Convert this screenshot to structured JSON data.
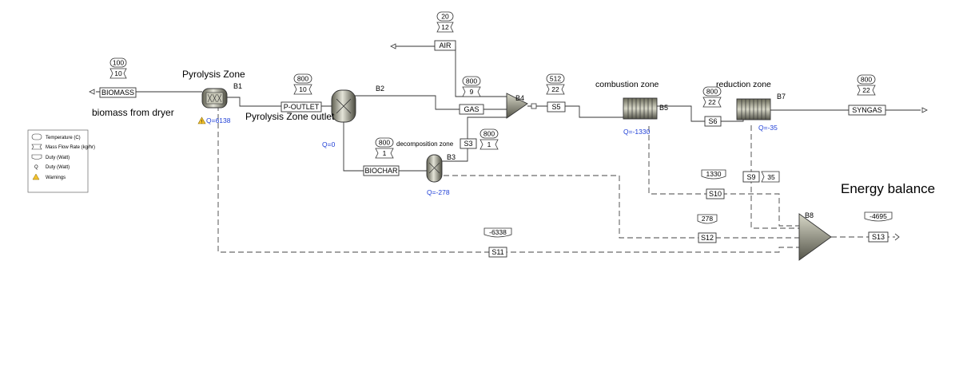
{
  "title": "Energy balance",
  "zones": {
    "pyrolysis": "Pyrolysis Zone",
    "biomass_from_dryer": "biomass from dryer",
    "pyrolysis_outlet": "Pyrolysis Zone outlet",
    "decomposition": "decomposition zone",
    "combustion": "combustion zone",
    "reduction": "reduction zone"
  },
  "blocks": {
    "b1": {
      "id": "B1",
      "duty": "Q=6138"
    },
    "b2": {
      "id": "B2",
      "duty": "Q=0"
    },
    "b3": {
      "id": "B3",
      "duty": "Q=-278"
    },
    "b4": {
      "id": "B4"
    },
    "b5": {
      "id": "B5",
      "duty": "Q=-1330"
    },
    "b7": {
      "id": "B7",
      "duty": "Q=-35"
    },
    "b8": {
      "id": "B8"
    }
  },
  "streams": {
    "biomass": {
      "name": "BIOMASS",
      "temperature": "100",
      "flow": "10"
    },
    "p_outlet": {
      "name": "P-OUTLET",
      "temperature": "800",
      "flow": "10"
    },
    "air": {
      "name": "AIR",
      "temperature": "20",
      "flow": "12"
    },
    "gas": {
      "name": "GAS",
      "temperature": "800",
      "flow": "9"
    },
    "s5": {
      "name": "S5",
      "temperature": "512",
      "flow": "22"
    },
    "s3": {
      "name": "S3",
      "temperature": "800",
      "flow": "1"
    },
    "biochar": {
      "name": "BIOCHAR",
      "temperature": "800",
      "flow": "1"
    },
    "s6": {
      "name": "S6",
      "temperature": "800",
      "flow": "22"
    },
    "syngas": {
      "name": "SYNGAS",
      "temperature": "800",
      "flow": "22"
    },
    "s9": {
      "name": "S9",
      "duty": "35"
    },
    "s10": {
      "name": "S10",
      "duty": "1330"
    },
    "s12": {
      "name": "S12",
      "duty": "278"
    },
    "s11": {
      "name": "S11",
      "duty": "-6338"
    },
    "s13": {
      "name": "S13",
      "duty": "-4695"
    }
  },
  "legend": {
    "temperature": "Temperature (C)",
    "mass_flow": "Mass Flow Rate (kg/hr)",
    "duty_watt_1": "Duty (Watt)",
    "q_symbol": "Q",
    "duty_watt_2": "Duty (Watt)",
    "warnings": "Warnings"
  },
  "colors": {
    "duty_text": "#1f3fd6",
    "warning": "#f2c12e",
    "vessel": "#9a9a88"
  }
}
